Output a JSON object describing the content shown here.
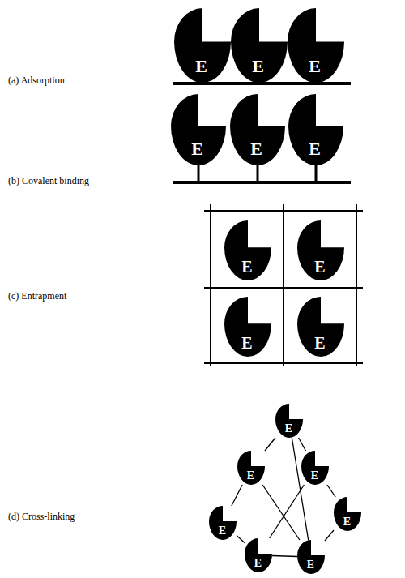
{
  "diagram": {
    "nodes": [
      {
        "text": [
          "E"
        ]
      },
      {
        "text": [
          "E"
        ]
      },
      {
        "text": [
          "E"
        ]
      },
      {
        "text": [
          "E"
        ]
      },
      {
        "text": [
          "E"
        ]
      },
      {
        "text": [
          "E"
        ]
      },
      {
        "text": [
          "E"
        ]
      },
      {
        "text": [
          "E"
        ]
      },
      {
        "text": [
          "E"
        ]
      },
      {
        "text": [
          "E"
        ]
      },
      {
        "text": [
          "E"
        ]
      },
      {
        "text": [
          "E"
        ]
      },
      {
        "text": [
          "E"
        ]
      },
      {
        "text": [
          "E"
        ]
      },
      {
        "text": [
          "E"
        ]
      },
      {
        "text": [
          "E"
        ]
      },
      {
        "text": [
          "E"
        ]
      }
    ],
    "edges": [
      {
        "from": 10,
        "to": 11,
        "arrow": "none"
      },
      {
        "from": 10,
        "to": 12,
        "arrow": "none"
      },
      {
        "from": 10,
        "to": 16,
        "arrow": "none"
      },
      {
        "from": 11,
        "to": 13,
        "arrow": "none"
      },
      {
        "from": 11,
        "to": 16,
        "arrow": "none"
      },
      {
        "from": 12,
        "to": 14,
        "arrow": "none"
      },
      {
        "from": 12,
        "to": 15,
        "arrow": "none"
      },
      {
        "from": 13,
        "to": 15,
        "arrow": "none"
      },
      {
        "from": 15,
        "to": 16,
        "arrow": "none"
      },
      {
        "from": 14,
        "to": 16,
        "arrow": "none"
      }
    ],
    "labels": [
      "(a) Adsorption",
      "(b) Covalent binding",
      "(c) Entrapment",
      "(d) Cross-linking"
    ]
  }
}
